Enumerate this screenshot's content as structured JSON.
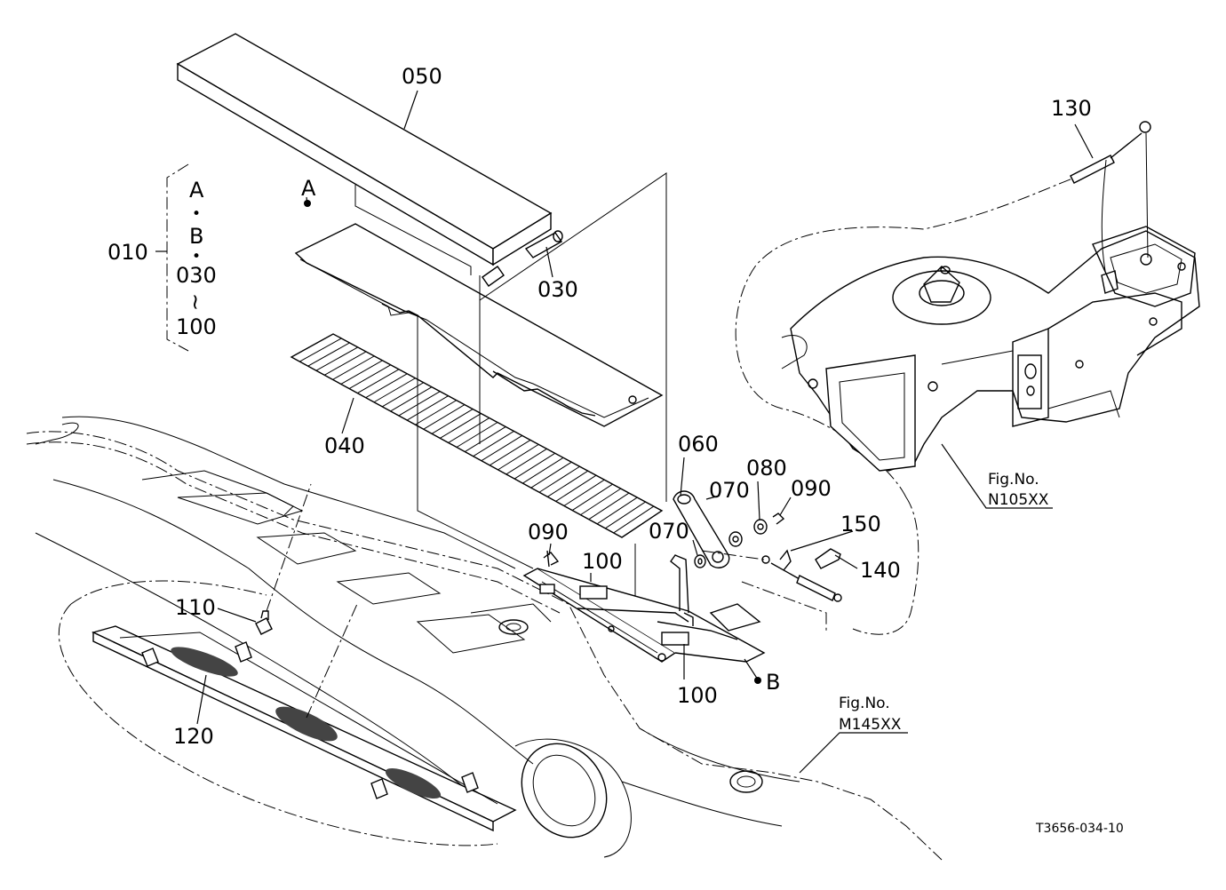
{
  "diagram": {
    "drawing_code": "T3656-034-10",
    "group_label": "010",
    "group_items": [
      "A",
      "B",
      "030",
      "100"
    ],
    "group_separator_dot": "•",
    "group_range_mark": "~",
    "markers": {
      "a": "A",
      "b": "B"
    },
    "callouts": {
      "p050": "050",
      "p030": "030",
      "p040": "040",
      "p060": "060",
      "p070a": "070",
      "p070b": "070",
      "p080": "080",
      "p090a": "090",
      "p090b": "090",
      "p100a": "100",
      "p100b": "100",
      "p110": "110",
      "p120": "120",
      "p130": "130",
      "p140": "140",
      "p150": "150"
    },
    "fig_refs": [
      {
        "title": "Fig.No.",
        "number": "N105XX"
      },
      {
        "title": "Fig.No.",
        "number": "M145XX"
      }
    ]
  }
}
